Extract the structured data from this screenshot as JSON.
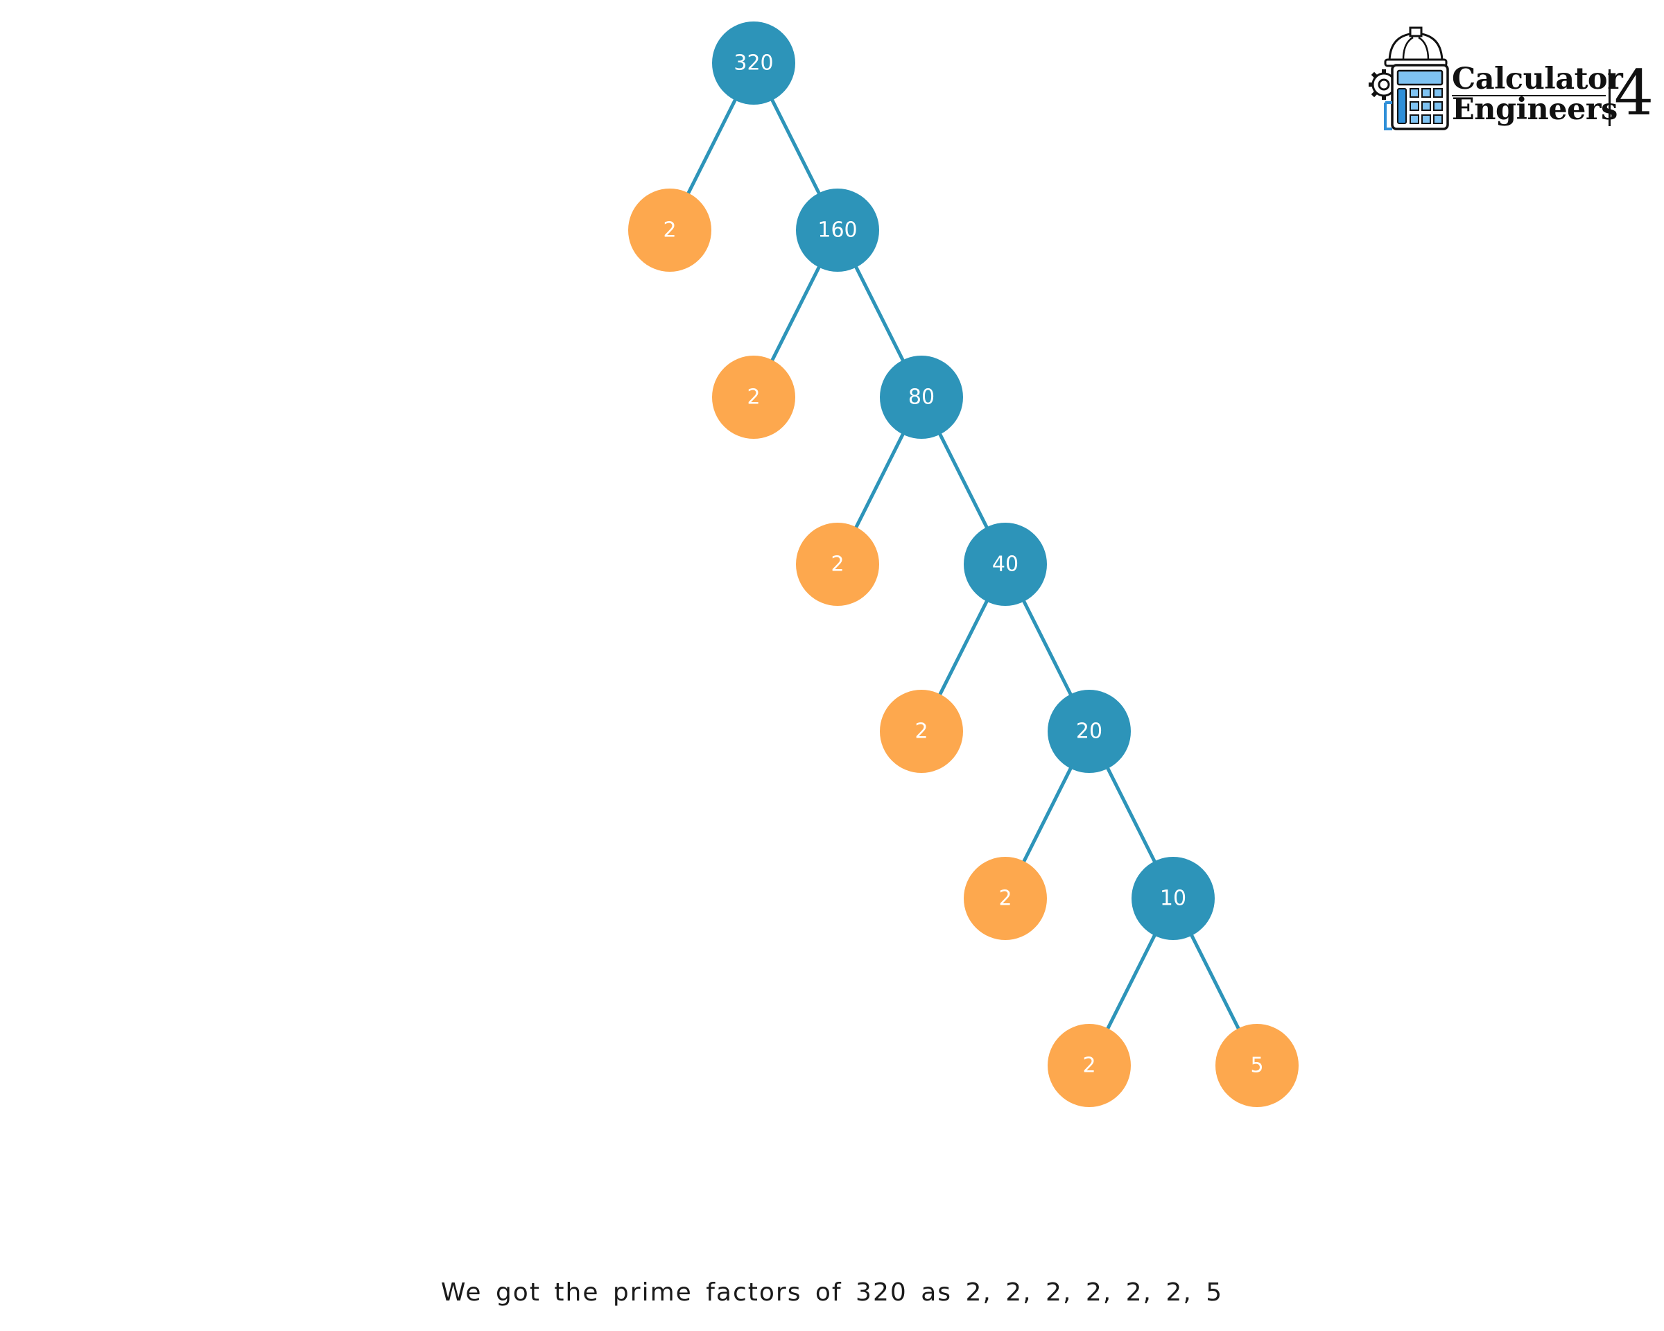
{
  "tree": {
    "composite_color": "#2d94b9",
    "prime_color": "#fda84e",
    "edge_color": "#2d94b9",
    "levels": [
      {
        "prime": null,
        "composite": "320"
      },
      {
        "prime": "2",
        "composite": "160"
      },
      {
        "prime": "2",
        "composite": "80"
      },
      {
        "prime": "2",
        "composite": "40"
      },
      {
        "prime": "2",
        "composite": "20"
      },
      {
        "prime": "2",
        "composite": "10"
      },
      {
        "prime": "2",
        "composite": "5",
        "last_is_prime": true
      }
    ]
  },
  "caption": "We got the prime factors of 320 as 2, 2, 2, 2, 2, 2, 5",
  "logo": {
    "line1": "Calculator",
    "line2": "Engineers",
    "suffix": "4",
    "accent": "#2f8fd8",
    "icon": "calculator-hardhat-icon"
  }
}
